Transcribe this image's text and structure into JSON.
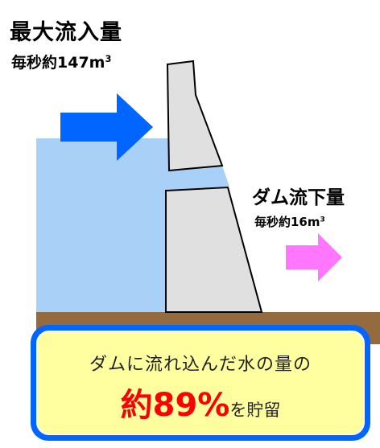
{
  "inflow": {
    "title": "最大流入量",
    "rate_text": "毎秒約147m",
    "rate_sup": "3"
  },
  "outflow": {
    "title": "ダム流下量",
    "rate_text": "毎秒約16m",
    "rate_sup": "3"
  },
  "summary": {
    "line1": "ダムに流れ込んだ水の量の",
    "percent": "約89%",
    "suffix": "を貯留"
  },
  "colors": {
    "reservoir_water": "#a9d1f7",
    "ground": "#946b3f",
    "dam": "#e0e0e0",
    "inflow_arrow": "#0066ff",
    "outflow_arrow": "#ff77ff",
    "box_border": "#0066ff",
    "box_fill": "#ffffa0",
    "highlight": "#ff0000"
  },
  "icons": {
    "inflow_arrow": "right-arrow-icon",
    "outflow_arrow": "right-arrow-icon"
  }
}
